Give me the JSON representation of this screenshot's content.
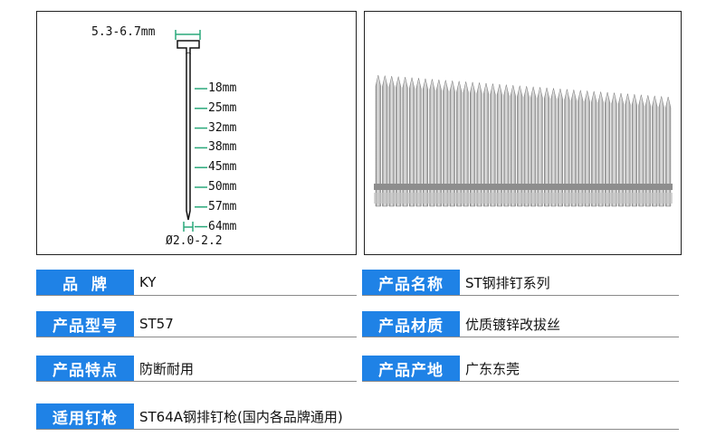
{
  "diagram": {
    "head_size": "5.3-6.7mm",
    "lengths": [
      "18mm",
      "25mm",
      "32mm",
      "38mm",
      "45mm",
      "50mm",
      "57mm",
      "64mm"
    ],
    "diameter": "Ø2.0-2.2",
    "accent_color": "#2aa87a"
  },
  "specs": {
    "brand_label": "品  牌",
    "brand_value": "KY",
    "name_label": "产品名称",
    "name_value": "ST钢排钉系列",
    "model_label": "产品型号",
    "model_value": "ST57",
    "material_label": "产品材质",
    "material_value": "优质镀锌改拔丝",
    "feature_label": "产品特点",
    "feature_value": "防断耐用",
    "origin_label": "产品产地",
    "origin_value": "广东东莞",
    "gun_label": "适用钉枪",
    "gun_value": "ST64A钢排钉枪(国内各品牌通用)"
  },
  "colors": {
    "label_bg": "#1f82e6",
    "label_text": "#ffffff"
  }
}
